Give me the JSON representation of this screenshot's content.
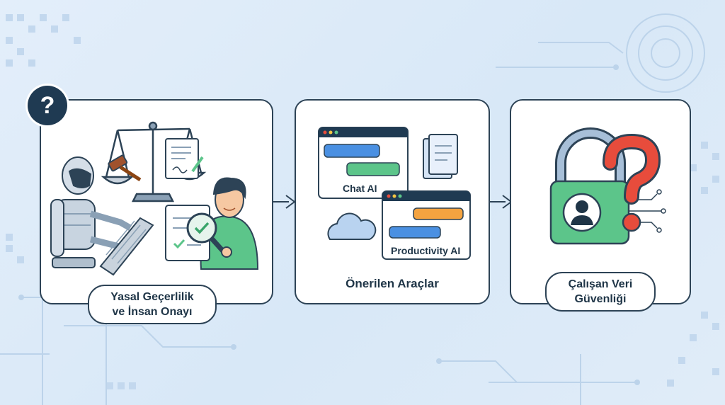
{
  "steps": [
    {
      "title_line1": "Yasal Geçerlilik",
      "title_line2": "ve İnsan Onayı"
    },
    {
      "title": "Önerilen Araçlar",
      "windows": [
        "Chat AI",
        "Productivity AI"
      ]
    },
    {
      "title_line1": "Çalışan Veri",
      "title_line2": "Güvenliği"
    }
  ],
  "badge": "?",
  "colors": {
    "dark": "#2d4356",
    "green": "#5cc58a",
    "blue": "#4a90e2",
    "orange": "#f4a340",
    "red": "#e74c3c",
    "background": "#e3eefa"
  },
  "icons": [
    "question-badge-icon",
    "robot-icon",
    "keyboard-icon",
    "scale-icon",
    "gavel-icon",
    "document-icon",
    "magnifier-check-icon",
    "person-icon",
    "chat-window-icon",
    "documents-icon",
    "cloud-icon",
    "lock-icon",
    "user-silhouette-icon",
    "question-mark-icon",
    "circuit-icon"
  ]
}
